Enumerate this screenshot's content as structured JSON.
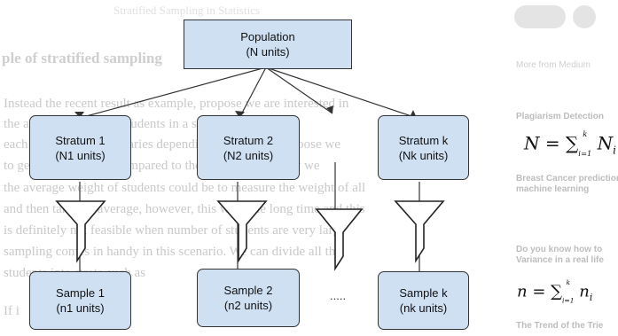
{
  "diagram": {
    "population": {
      "title": "Population",
      "subtitle": "(N units)"
    },
    "strata": [
      {
        "title": "Stratum 1",
        "subtitle": "(N1 units)"
      },
      {
        "title": "Stratum 2",
        "subtitle": "(N2 units)"
      },
      {
        "title": "Stratum k",
        "subtitle": "(Nk units)"
      }
    ],
    "samples": [
      {
        "title": "Sample 1",
        "subtitle": "(n1 units)"
      },
      {
        "title": "Sample 2",
        "subtitle": "(n2 units)"
      },
      {
        "title": "Sample k",
        "subtitle": "(nk units)"
      }
    ],
    "ellipsis": "....."
  },
  "background": {
    "heading": "ple of stratified sampling",
    "paragraph_lines": [
      "Instead the recent result as example, propose we are interested in",
      "the average weight of students in a school and we know",
      "each class in a school varies depending on the age. Suppose we",
      "to get the average as compared to the school class. Now we",
      "the average weight of students could be to measure the weight of all",
      "and then take the average, however, this will take long time and this",
      "is definitely not feasible when number of students are very large",
      "sampling comes in handy in this scenario. We can divide all the",
      "students into strata such as"
    ],
    "bottom_text": "If i"
  },
  "sidebar": {
    "more_from": "More from Medium",
    "items": [
      "Plagiarism Detection",
      "Breast Cancer prediction",
      "machine learning",
      "Do you know how to",
      "Variance in a real life",
      "The Trend of the Trie"
    ]
  },
  "formulas": {
    "big_N": {
      "lhs": "N",
      "op": "=",
      "sum": "∑",
      "upper": "k",
      "lower": "i=1",
      "term": "N",
      "term_sub": "i"
    },
    "small_n": {
      "lhs": "n",
      "op": "=",
      "sum": "∑",
      "upper": "k",
      "lower": "i=1",
      "term": "n",
      "term_sub": "i"
    }
  },
  "colors": {
    "box_fill": "#cfe0f3",
    "stroke": "#333333"
  }
}
